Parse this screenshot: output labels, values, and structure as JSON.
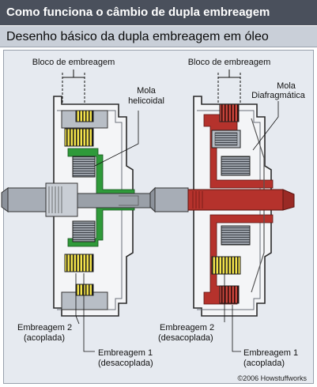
{
  "header": {
    "title": "Como funciona o câmbio de dupla embreagem"
  },
  "subheader": {
    "title": "Desenho básico da dupla embreagem em óleo"
  },
  "left_diagram": {
    "bloco_label": "Bloco de embreagem",
    "mola_line1": "Mola",
    "mola_line2": "helicoidal",
    "emb2_line1": "Embreagem 2",
    "emb2_line2": "(acoplada)",
    "emb1_line1": "Embreagem 1",
    "emb1_line2": "(desacoplada)"
  },
  "right_diagram": {
    "bloco_label": "Bloco de embreagem",
    "mola_line1": "Mola",
    "mola_line2": "Diafragmática",
    "emb2_line1": "Embreagem 2",
    "emb2_line2": "(desacoplada)",
    "emb1_line1": "Embreagem 1",
    "emb1_line2": "(acoplada)"
  },
  "copyright": "©2006 Howstuffworks",
  "colors": {
    "header_bg": "#4a505c",
    "subheader_bg": "#c9cfd8",
    "panel_bg": "#e6eaf0",
    "clutch_yellow": "#f2e24a",
    "active_green": "#2f9a3a",
    "active_red": "#b5322c",
    "metal_gray": "#a7adb6"
  }
}
